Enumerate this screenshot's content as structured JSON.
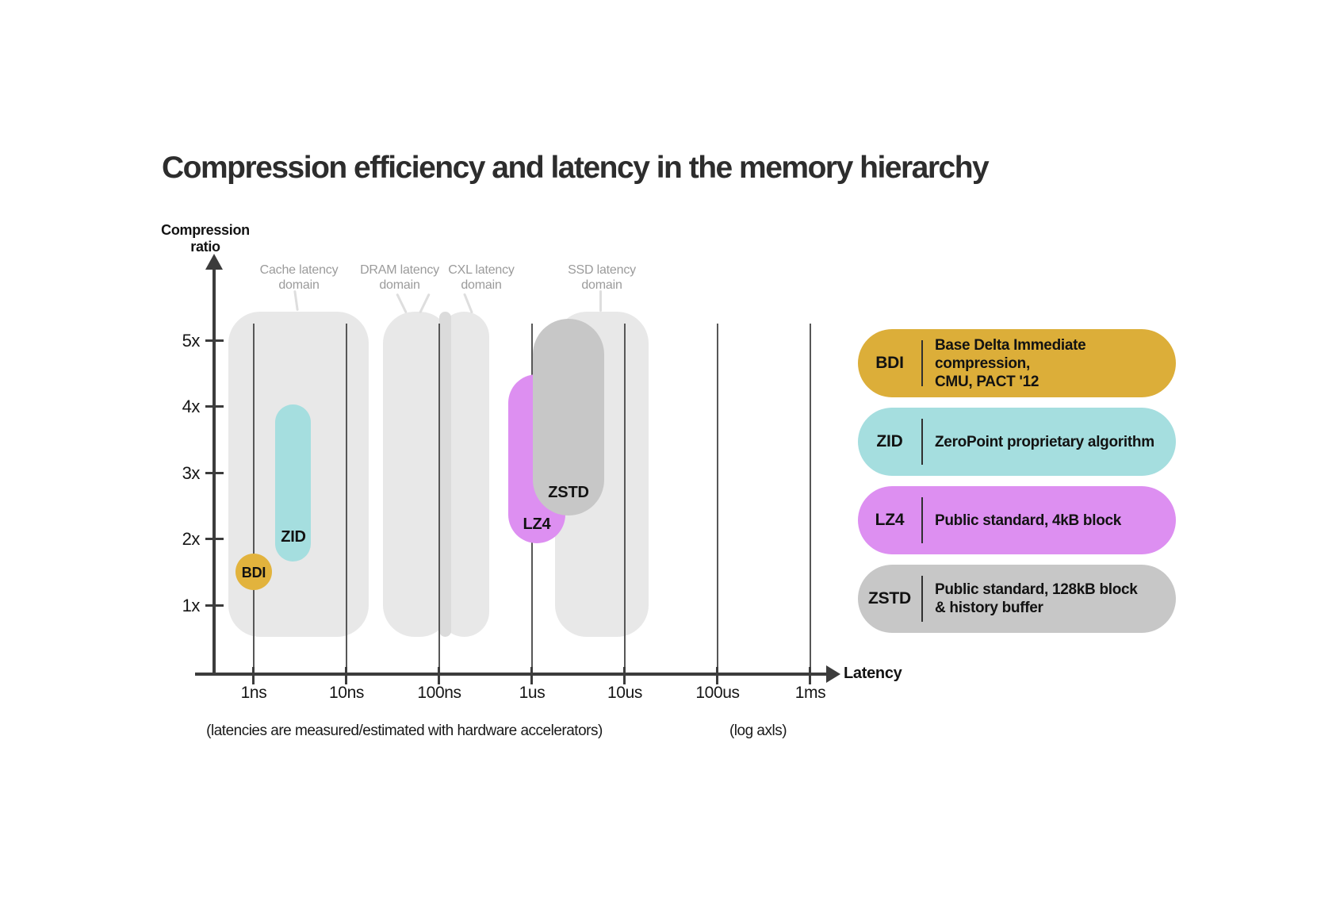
{
  "title": "Compression efficiency and latency in the memory hierarchy",
  "axes": {
    "y": {
      "label": "Compression\nratio",
      "tick_labels": [
        "5x",
        "4x",
        "3x",
        "2x",
        "1x"
      ]
    },
    "x": {
      "label": "Latency",
      "note": "(log axls)"
    }
  },
  "footnote": "(latencies are measured/estimated with hardware accelerators)",
  "legend": {
    "items": [
      {
        "abbr": "BDI",
        "desc": "Base Delta Immediate compression,\nCMU, PACT '12",
        "color": "#dcae39"
      },
      {
        "abbr": "ZID",
        "desc": "ZeroPoint proprietary algorithm",
        "color": "#a5dedf"
      },
      {
        "abbr": "LZ4",
        "desc": "Public standard, 4kB block",
        "color": "#dd8ff1"
      },
      {
        "abbr": "ZSTD",
        "desc": "Public standard, 128kB block\n& history buffer",
        "color": "#c7c7c7"
      }
    ]
  },
  "chart_data": {
    "type": "scatter",
    "title": "Compression efficiency and latency in the memory hierarchy",
    "xlabel": "Latency",
    "ylabel": "Compression ratio",
    "x_axis": {
      "scale": "log",
      "tick_labels": [
        "1ns",
        "10ns",
        "100ns",
        "1us",
        "10us",
        "100us",
        "1ms"
      ],
      "note": "(log axls)"
    },
    "y_axis": {
      "tick_labels": [
        "1x",
        "2x",
        "3x",
        "4x",
        "5x"
      ],
      "range": [
        1,
        5.3
      ]
    },
    "grid": {
      "vertical_gridlines_at_ticks": true
    },
    "legend_position": "right",
    "series": [
      {
        "name": "BDI",
        "latency_range_ns": [
          0.6,
          1.6
        ],
        "compression_ratio_range": [
          1.2,
          1.8
        ],
        "color": "#e2b33d"
      },
      {
        "name": "ZID",
        "latency_range_ns": [
          1.7,
          4.0
        ],
        "compression_ratio_range": [
          1.7,
          4.0
        ],
        "color": "#a5dedf"
      },
      {
        "name": "LZ4",
        "latency_range_ns": [
          550,
          2300
        ],
        "compression_ratio_range": [
          1.9,
          4.5
        ],
        "color": "#dd8ff1"
      },
      {
        "name": "ZSTD",
        "latency_range_ns": [
          1000,
          6000
        ],
        "compression_ratio_range": [
          2.4,
          5.3
        ],
        "color": "#c7c7c7"
      }
    ],
    "latency_domains": [
      {
        "label": "Cache latency\ndomain",
        "range_ns": [
          0.5,
          17
        ]
      },
      {
        "label": "DRAM latency\ndomain",
        "range_ns": [
          25,
          135
        ]
      },
      {
        "label": "CXL latency\ndomain",
        "range_ns": [
          100,
          350
        ]
      },
      {
        "label": "SSD latency\ndomain",
        "range_ns": [
          1800,
          18000
        ]
      }
    ]
  }
}
